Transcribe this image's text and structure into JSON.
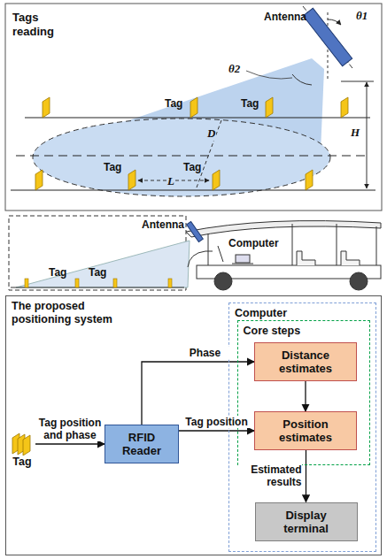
{
  "diagram": {
    "nodes": [
      {
        "text": [
          "The proposed positioning system"
        ]
      },
      {
        "text": [
          "Tag"
        ],
        "in": 0
      },
      {
        "text": [
          "RFID Reader"
        ],
        "in": 0
      },
      {
        "text": [
          "Computer"
        ],
        "in": 0
      },
      {
        "text": [
          "Core steps"
        ],
        "in": 3
      },
      {
        "text": [
          "Distance estimates"
        ],
        "in": 4
      },
      {
        "text": [
          "Position estimates"
        ],
        "in": 4
      },
      {
        "text": [
          "Display terminal"
        ],
        "in": 3
      }
    ],
    "edges": [
      {
        "from": 1,
        "to": 2,
        "arrow": "to",
        "label": "Tag position and phase"
      },
      {
        "from": 2,
        "to": 5,
        "arrow": "to",
        "label": "Phase"
      },
      {
        "from": 2,
        "to": 6,
        "arrow": "to",
        "label": "Tag position"
      },
      {
        "from": 5,
        "to": 6,
        "arrow": "to"
      },
      {
        "from": 6,
        "to": 7,
        "arrow": "to",
        "label": "Estimated results"
      }
    ],
    "labels": [
      "Tags reading",
      "Antenna",
      "θ1",
      "θ2",
      "H",
      "D",
      "L",
      "Tag",
      "Tag",
      "Tag",
      "Tag",
      "Antenna",
      "Computer",
      "Tag",
      "Tag"
    ]
  }
}
